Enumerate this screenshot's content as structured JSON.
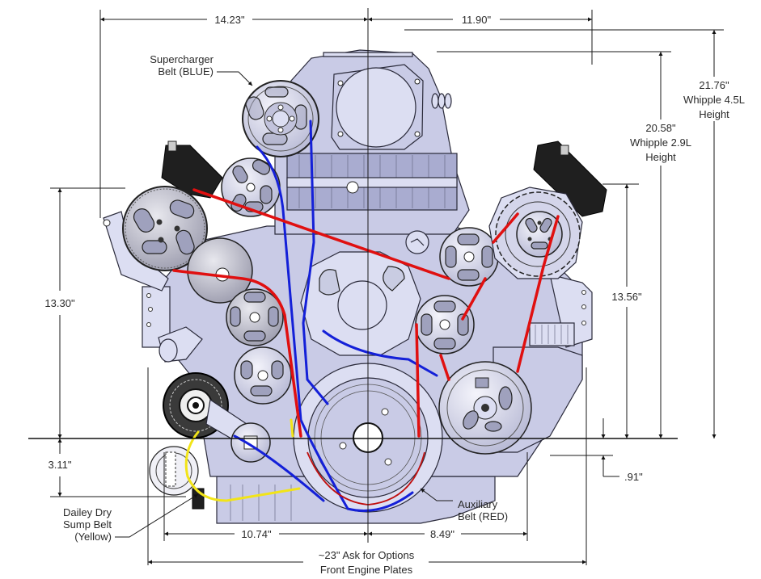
{
  "title": "Front engine accessory drive dimensions",
  "dimensions": {
    "left_width": "14.23\"",
    "right_width": "11.90\"",
    "whipple_45_height": {
      "value": "21.76\"",
      "line1": "Whipple 4.5L",
      "line2": "Height"
    },
    "whipple_29_height": {
      "value": "20.58\"",
      "line1": "Whipple 2.9L",
      "line2": "Height"
    },
    "left_height": "13.30\"",
    "right_height": "13.56\"",
    "below_crank": "3.11\"",
    "right_offset": ".91\"",
    "bottom_left": "10.74\"",
    "bottom_right": "8.49\"",
    "overall_width": {
      "line1": "~23\" Ask for Options",
      "line2": "Front Engine Plates"
    }
  },
  "callouts": {
    "supercharger_belt": {
      "line1": "Supercharger",
      "line2": "Belt (BLUE)"
    },
    "dry_sump_belt": {
      "line1": "Dailey Dry",
      "line2": "Sump Belt",
      "line3": "(Yellow)"
    },
    "auxiliary_belt": {
      "line1": "Auxiliary",
      "line2": "Belt (RED)"
    }
  },
  "colors": {
    "supercharger_belt": "#1420d8",
    "auxiliary_belt": "#e01010",
    "dry_sump_belt": "#f2e418",
    "engine_body": "#c9cbe6"
  }
}
